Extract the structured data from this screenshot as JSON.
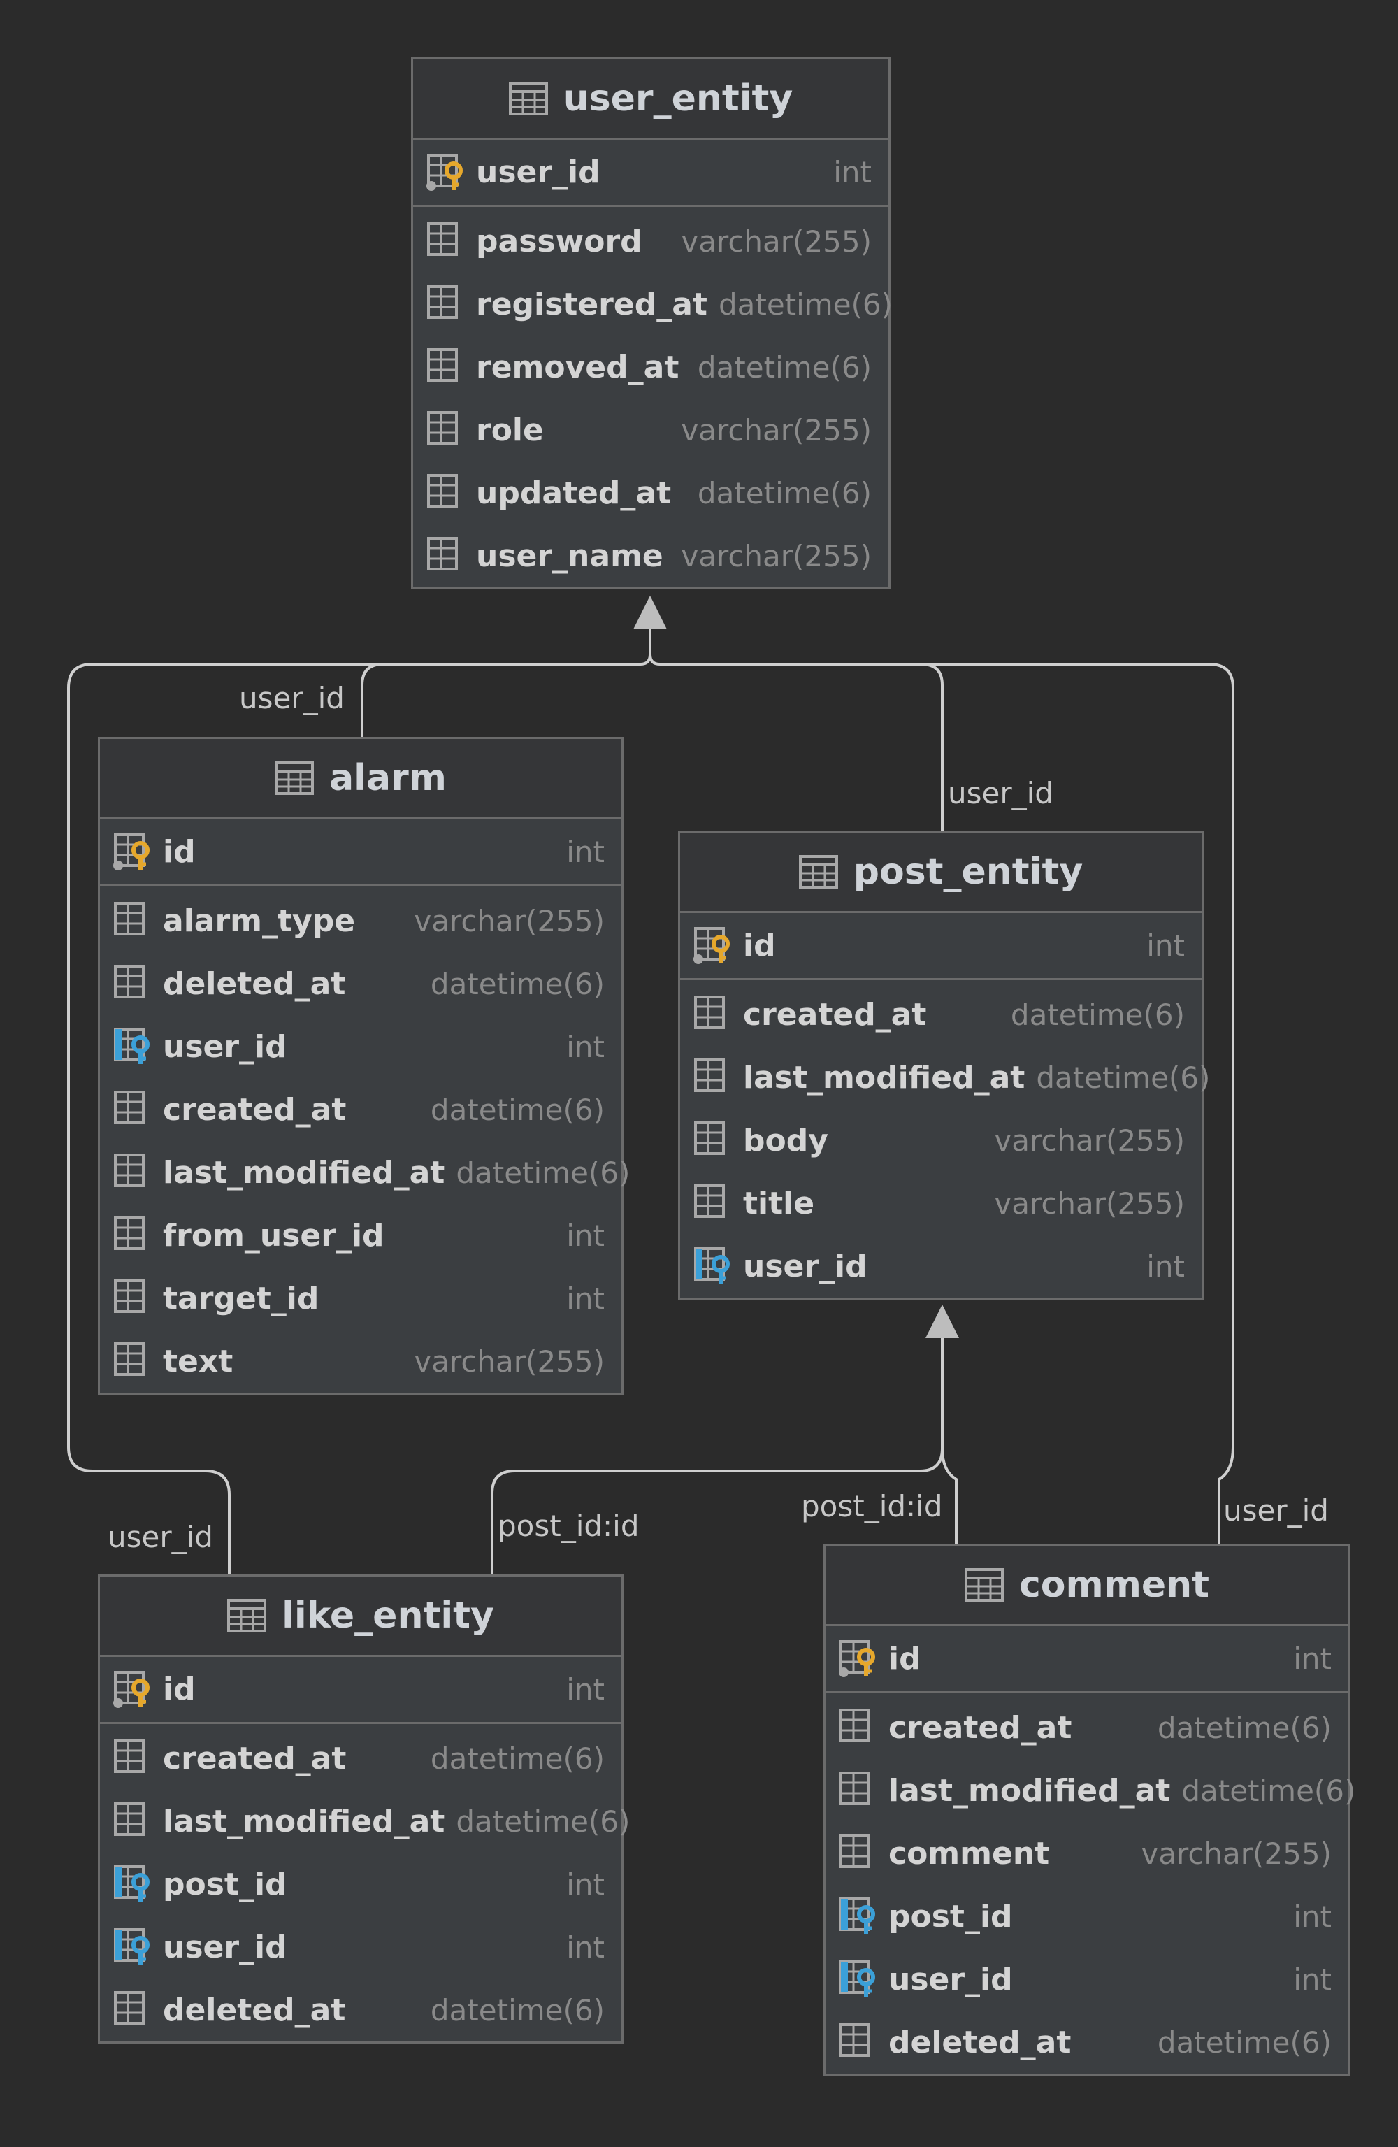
{
  "colors": {
    "background": "#2b2b2b",
    "table_body": "#3b3e41",
    "table_header": "#353638",
    "border": "#6b6b6b",
    "connector": "#cfcfcf",
    "primary_key_icon": "#e6a82c",
    "foreign_key_icon": "#3ba0d8",
    "column_icon": "#a8a8a8"
  },
  "icons": {
    "table": "table-icon",
    "primary_key": "primary-key-icon",
    "foreign_key": "foreign-key-icon",
    "column": "column-icon"
  },
  "entities": {
    "user_entity": {
      "title": "user_entity",
      "pk": {
        "name": "user_id",
        "type": "int"
      },
      "columns": [
        {
          "name": "password",
          "type": "varchar(255)",
          "kind": "column"
        },
        {
          "name": "registered_at",
          "type": "datetime(6)",
          "kind": "column"
        },
        {
          "name": "removed_at",
          "type": "datetime(6)",
          "kind": "column"
        },
        {
          "name": "role",
          "type": "varchar(255)",
          "kind": "column"
        },
        {
          "name": "updated_at",
          "type": "datetime(6)",
          "kind": "column"
        },
        {
          "name": "user_name",
          "type": "varchar(255)",
          "kind": "column"
        }
      ]
    },
    "alarm": {
      "title": "alarm",
      "pk": {
        "name": "id",
        "type": "int"
      },
      "columns": [
        {
          "name": "alarm_type",
          "type": "varchar(255)",
          "kind": "column"
        },
        {
          "name": "deleted_at",
          "type": "datetime(6)",
          "kind": "column"
        },
        {
          "name": "user_id",
          "type": "int",
          "kind": "fk"
        },
        {
          "name": "created_at",
          "type": "datetime(6)",
          "kind": "column"
        },
        {
          "name": "last_modified_at",
          "type": "datetime(6)",
          "kind": "column"
        },
        {
          "name": "from_user_id",
          "type": "int",
          "kind": "column"
        },
        {
          "name": "target_id",
          "type": "int",
          "kind": "column"
        },
        {
          "name": "text",
          "type": "varchar(255)",
          "kind": "column"
        }
      ]
    },
    "post_entity": {
      "title": "post_entity",
      "pk": {
        "name": "id",
        "type": "int"
      },
      "columns": [
        {
          "name": "created_at",
          "type": "datetime(6)",
          "kind": "column"
        },
        {
          "name": "last_modified_at",
          "type": "datetime(6)",
          "kind": "column"
        },
        {
          "name": "body",
          "type": "varchar(255)",
          "kind": "column"
        },
        {
          "name": "title",
          "type": "varchar(255)",
          "kind": "column"
        },
        {
          "name": "user_id",
          "type": "int",
          "kind": "fk"
        }
      ]
    },
    "like_entity": {
      "title": "like_entity",
      "pk": {
        "name": "id",
        "type": "int"
      },
      "columns": [
        {
          "name": "created_at",
          "type": "datetime(6)",
          "kind": "column"
        },
        {
          "name": "last_modified_at",
          "type": "datetime(6)",
          "kind": "column"
        },
        {
          "name": "post_id",
          "type": "int",
          "kind": "fk"
        },
        {
          "name": "user_id",
          "type": "int",
          "kind": "fk"
        },
        {
          "name": "deleted_at",
          "type": "datetime(6)",
          "kind": "column"
        }
      ]
    },
    "comment": {
      "title": "comment",
      "pk": {
        "name": "id",
        "type": "int"
      },
      "columns": [
        {
          "name": "created_at",
          "type": "datetime(6)",
          "kind": "column"
        },
        {
          "name": "last_modified_at",
          "type": "datetime(6)",
          "kind": "column"
        },
        {
          "name": "comment",
          "type": "varchar(255)",
          "kind": "column"
        },
        {
          "name": "post_id",
          "type": "int",
          "kind": "fk"
        },
        {
          "name": "user_id",
          "type": "int",
          "kind": "fk"
        },
        {
          "name": "deleted_at",
          "type": "datetime(6)",
          "kind": "column"
        }
      ]
    }
  },
  "relations": [
    {
      "from": "alarm",
      "to": "user_entity",
      "label": "user_id"
    },
    {
      "from": "post_entity",
      "to": "user_entity",
      "label": "user_id"
    },
    {
      "from": "like_entity",
      "to": "user_entity",
      "label": "user_id"
    },
    {
      "from": "comment",
      "to": "user_entity",
      "label": "user_id"
    },
    {
      "from": "like_entity",
      "to": "post_entity",
      "label": "post_id:id"
    },
    {
      "from": "comment",
      "to": "post_entity",
      "label": "post_id:id"
    }
  ]
}
